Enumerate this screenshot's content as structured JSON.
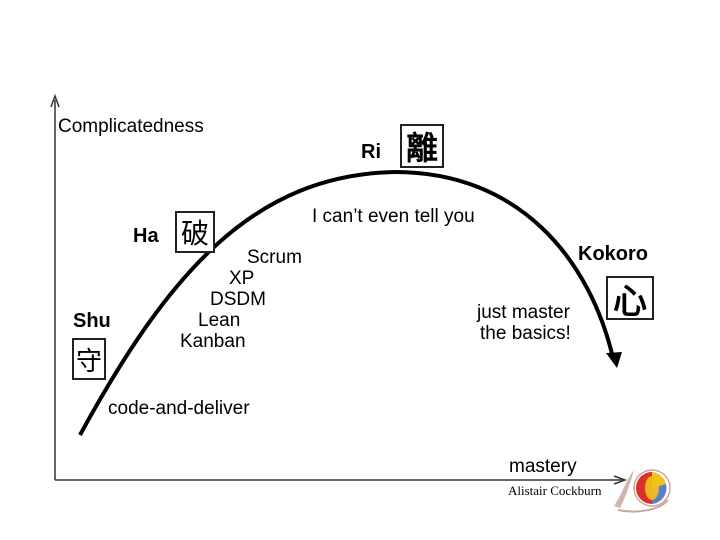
{
  "axes": {
    "y_label": "Complicatedness",
    "x_label": "mastery"
  },
  "stages": {
    "shu": {
      "label": "Shu",
      "kanji": "守"
    },
    "ha": {
      "label": "Ha",
      "kanji": "破"
    },
    "ri": {
      "label": "Ri",
      "kanji": "離"
    },
    "kokoro": {
      "label": "Kokoro",
      "kanji": "心"
    }
  },
  "annotations": {
    "shu_text": "code-and-deliver",
    "ha_methods": [
      "Scrum",
      "XP",
      "DSDM",
      "Lean",
      "Kanban"
    ],
    "ri_text": "I can’t even tell you",
    "kokoro_text_line1": "just master",
    "kokoro_text_line2": "the basics!"
  },
  "credit": {
    "author": "Alistair Cockburn"
  },
  "colors": {
    "curve": "#000000",
    "axis": "#333333",
    "logo_red": "#d8302a",
    "logo_yellow": "#f2c21b",
    "logo_blue": "#5b7fc4",
    "logo_swoosh": "#c9a7a0"
  },
  "icons": {
    "logo": "ac-logo-icon"
  }
}
